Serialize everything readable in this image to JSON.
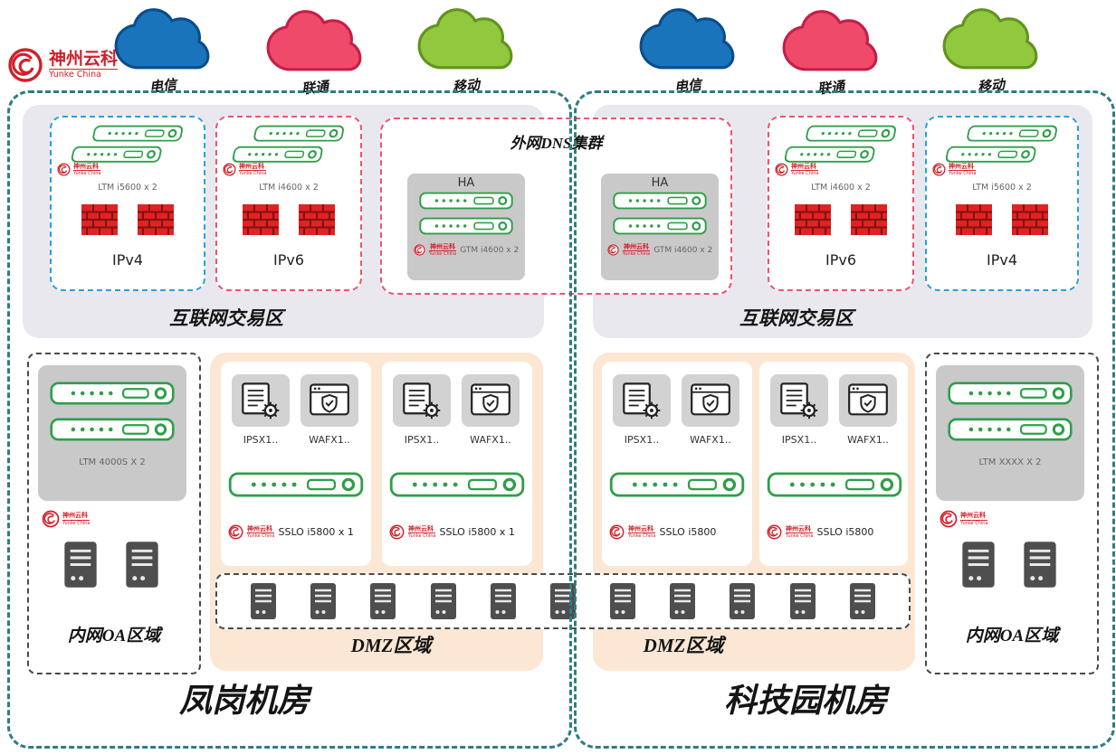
{
  "brand": {
    "cn": "神州云科",
    "en": "Yunke China"
  },
  "isp": {
    "left": [
      {
        "label": "电信",
        "fill": "#1a74bc",
        "stroke": "#0a4d8c"
      },
      {
        "label": "联通",
        "fill": "#f04a6b",
        "stroke": "#c41f46"
      },
      {
        "label": "移动",
        "fill": "#92c83e",
        "stroke": "#61941c"
      }
    ],
    "right": [
      {
        "label": "电信",
        "fill": "#1a74bc",
        "stroke": "#0a4d8c"
      },
      {
        "label": "联通",
        "fill": "#f04a6b",
        "stroke": "#c41f46"
      },
      {
        "label": "移动",
        "fill": "#92c83e",
        "stroke": "#61941c"
      }
    ]
  },
  "dns": {
    "title": "外网DNS集群",
    "ha": "HA",
    "device": "GTM i4600 x 2"
  },
  "left": {
    "name": "凤岗机房",
    "internet": "互联网交易区",
    "ipv4_label": "IPv4",
    "ipv4_device": "LTM i5600 x 2",
    "ipv6_label": "IPv6",
    "ipv6_device": "LTM i4600 x 2",
    "oa_label": "内网OA区域",
    "oa_device": "LTM 4000S X 2",
    "dmz_label": "DMZ区域",
    "groups": [
      {
        "ips": "IPSX1..",
        "waf": "WAFX1..",
        "sslo": "SSLO i5800 x 1"
      },
      {
        "ips": "IPSX1..",
        "waf": "WAFX1..",
        "sslo": "SSLO i5800 x 1"
      }
    ]
  },
  "right": {
    "name": "科技园机房",
    "internet": "互联网交易区",
    "ipv4_label": "IPv4",
    "ipv4_device": "LTM i5600 x 2",
    "ipv6_label": "IPv6",
    "ipv6_device": "LTM i4600 x 2",
    "oa_label": "内网OA区域",
    "oa_device": "LTM XXXX X 2",
    "dmz_label": "DMZ区域",
    "groups": [
      {
        "ips": "IPSX1..",
        "waf": "WAFX1..",
        "sslo": "SSLO i5800"
      },
      {
        "ips": "IPSX1..",
        "waf": "WAFX1..",
        "sslo": "SSLO i5800"
      }
    ]
  },
  "colors": {
    "dc_border": "#2e7d84",
    "internet_zone_bg": "#e9e8ee",
    "ipv4_dashed": "#2aa0dc",
    "ipv6_dashed": "#ef5370",
    "dmz_bg": "#fbe7d3",
    "appliance_green": "#2f9e49",
    "firewall_red": "#e02222",
    "brand_red": "#d1202a",
    "server_gray": "#4e4e4e"
  }
}
